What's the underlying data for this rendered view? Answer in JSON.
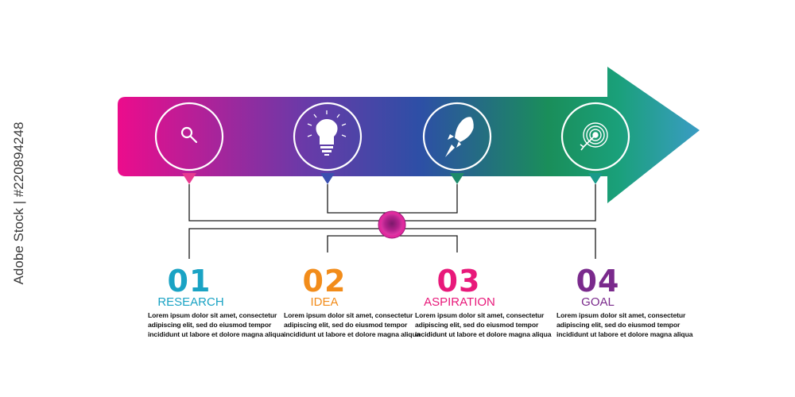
{
  "steps": [
    {
      "number": "01",
      "title": "RESEARCH",
      "icon": "magnifier-icon",
      "color": "#1aa3c4",
      "description": [
        "Lorem ipsum dolor sit amet, consectetur",
        "adipiscing elit, sed do eiusmod tempor",
        "incididunt ut labore et dolore magna aliqua"
      ]
    },
    {
      "number": "02",
      "title": "IDEA",
      "icon": "lightbulb-icon",
      "color": "#f28c1a",
      "description": [
        "Lorem ipsum dolor sit amet, consectetur",
        "adipiscing elit, sed do eiusmod tempor",
        "incididunt ut labore et dolore magna aliqua"
      ]
    },
    {
      "number": "03",
      "title": "ASPIRATION",
      "icon": "rocket-icon",
      "color": "#e8197a",
      "description": [
        "Lorem ipsum dolor sit amet, consectetur",
        "adipiscing elit, sed do eiusmod tempor",
        "incididunt ut labore et dolore magna aliqua"
      ]
    },
    {
      "number": "04",
      "title": "GOAL",
      "icon": "target-icon",
      "color": "#7a2a8c",
      "description": [
        "Lorem ipsum dolor sit amet, consectetur",
        "adipiscing elit, sed do eiusmod tempor",
        "incididunt ut labore et dolore magna aliqua"
      ]
    }
  ],
  "arrow_gradient": [
    "#ec0c8c",
    "#6a3aa8",
    "#2d4fa6",
    "#1a8e5a",
    "#1aa07a",
    "#3a9cc4"
  ],
  "hub_color": "#d0209a",
  "stock_id": "Adobe Stock | #220894248"
}
